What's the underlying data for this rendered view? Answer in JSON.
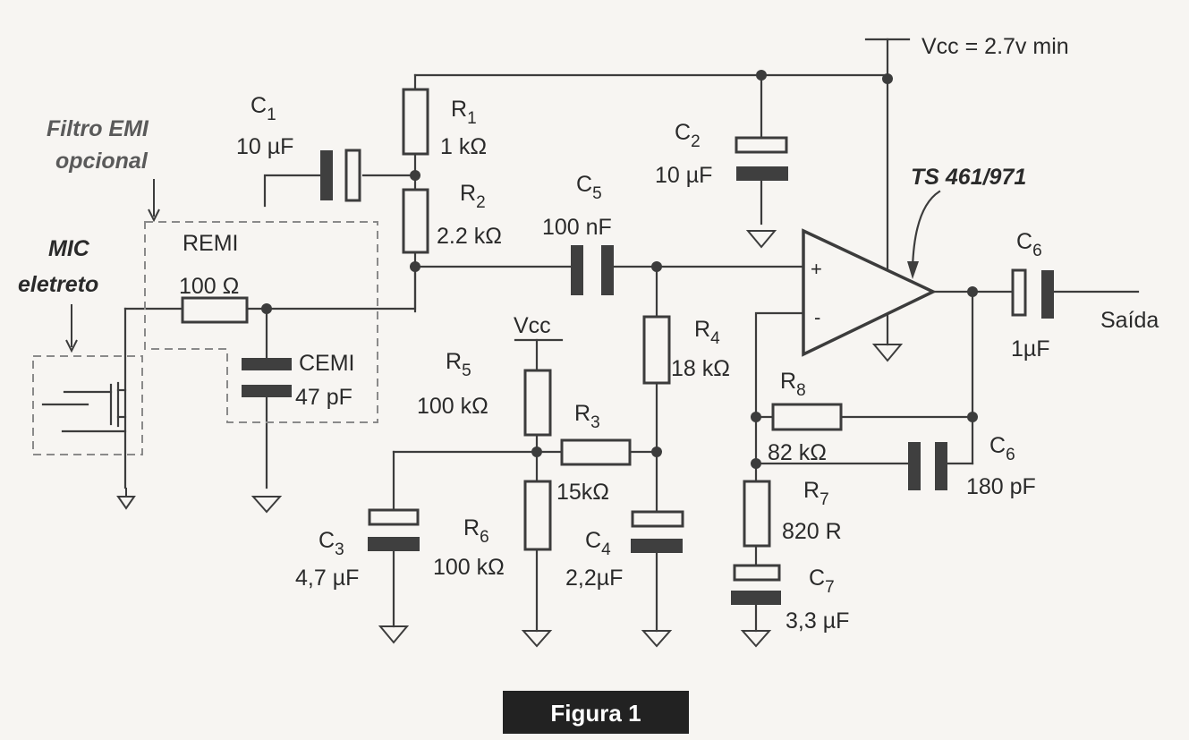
{
  "supply": {
    "label": "Vcc = 2.7v min"
  },
  "opamp": {
    "label": "TS 461/971",
    "plus": "+",
    "minus": "-"
  },
  "emi": {
    "title_line1": "Filtro EMI",
    "title_line2": "opcional"
  },
  "mic": {
    "title_line1": "MIC",
    "title_line2": "eletreto"
  },
  "components": {
    "c1": {
      "name": "C",
      "sub": "1",
      "value": "10 µF"
    },
    "r1": {
      "name": "R",
      "sub": "1",
      "value": "1 kΩ"
    },
    "r2": {
      "name": "R",
      "sub": "2",
      "value": "2.2 kΩ"
    },
    "c2": {
      "name": "C",
      "sub": "2",
      "value": "10 µF"
    },
    "c5": {
      "name": "C",
      "sub": "5",
      "value": "100 nF"
    },
    "remi": {
      "name": "REMI",
      "value": "100 Ω"
    },
    "cemi": {
      "name": "CEMI",
      "value": "47 pF"
    },
    "vcc_local": {
      "label": "Vcc"
    },
    "r5": {
      "name": "R",
      "sub": "5",
      "value": "100 kΩ"
    },
    "r3": {
      "name": "R",
      "sub": "3",
      "value": "15kΩ"
    },
    "r4": {
      "name": "R",
      "sub": "4",
      "value": "18 kΩ"
    },
    "r6": {
      "name": "R",
      "sub": "6",
      "value": "100 kΩ"
    },
    "c3": {
      "name": "C",
      "sub": "3",
      "value": "4,7 µF"
    },
    "c4": {
      "name": "C",
      "sub": "4",
      "value": "2,2µF"
    },
    "r8": {
      "name": "R",
      "sub": "8",
      "value": "82 kΩ"
    },
    "c6_fb": {
      "name": "C",
      "sub": "6",
      "value": "180 pF"
    },
    "r7": {
      "name": "R",
      "sub": "7",
      "value": "820 R"
    },
    "c7": {
      "name": "C",
      "sub": "7",
      "value": "3,3 µF"
    },
    "c6_out": {
      "name": "C",
      "sub": "6",
      "value": "1µF"
    }
  },
  "output": {
    "label": "Saída"
  },
  "caption": "Figura 1"
}
